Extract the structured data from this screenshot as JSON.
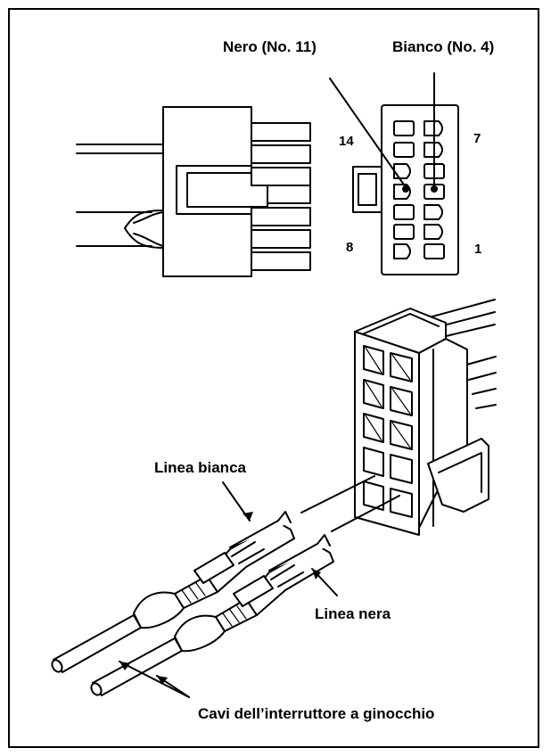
{
  "labels": {
    "black_wire_pin": "Nero (No. 11)",
    "white_wire_pin": "Bianco (No. 4)",
    "pin_14": "14",
    "pin_7": "7",
    "pin_8": "8",
    "pin_1": "1",
    "white_line": "Linea bianca",
    "black_line": "Linea nera",
    "knee_switch_cables": "Cavi dell’interruttore a ginocchio"
  }
}
